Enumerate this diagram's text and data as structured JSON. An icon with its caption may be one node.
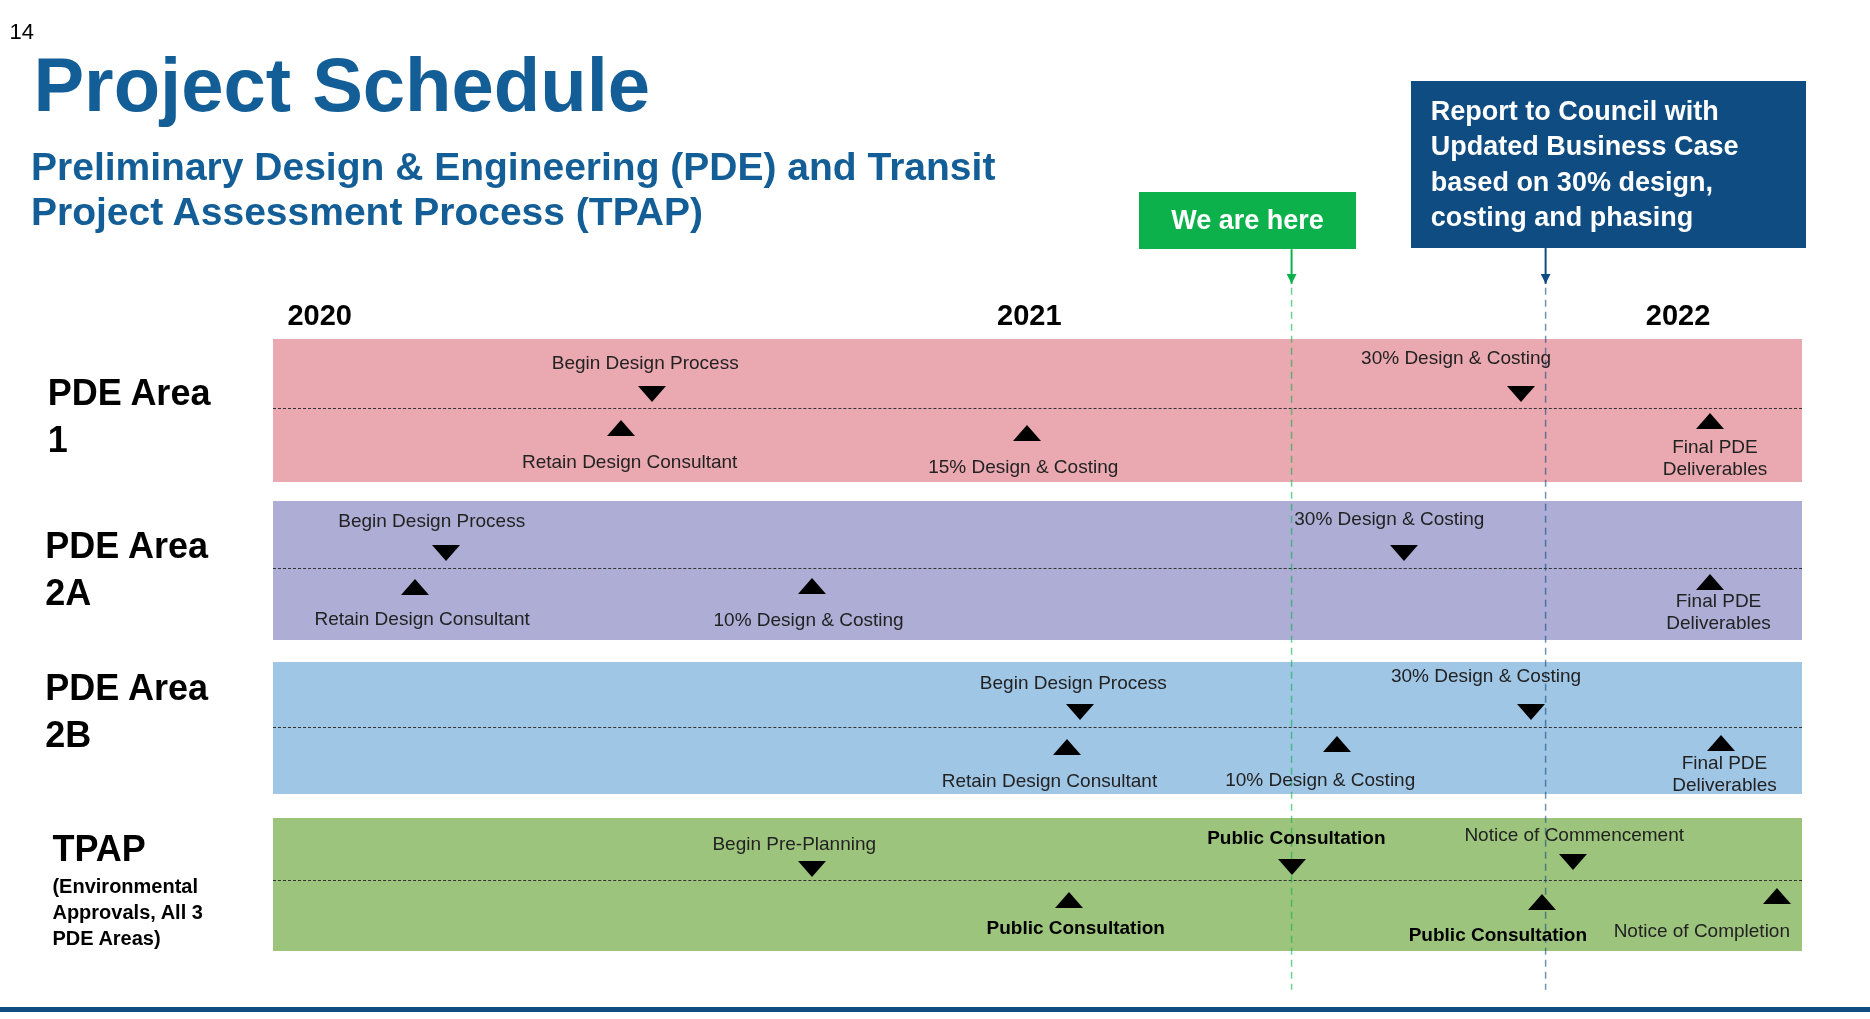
{
  "diagram": {
    "title": "Project Schedule",
    "nodes": [
      {
        "text": [
          "We are here"
        ]
      },
      {
        "text": [
          "Report to Council with Updated Business Case based on 30% design, costing and phasing"
        ]
      },
      {
        "text": [
          "PDE Area 1"
        ]
      },
      {
        "text": [
          "Begin Design Process"
        ],
        "in": 2
      },
      {
        "text": [
          "30% Design & Costing"
        ],
        "in": 2
      },
      {
        "text": [
          "Retain Design Consultant"
        ],
        "in": 2
      },
      {
        "text": [
          "15% Design & Costing"
        ],
        "in": 2
      },
      {
        "text": [
          "Final PDE Deliverables"
        ],
        "in": 2
      },
      {
        "text": [
          "PDE Area 2A"
        ]
      },
      {
        "text": [
          "Begin Design Process"
        ],
        "in": 8
      },
      {
        "text": [
          "30% Design & Costing"
        ],
        "in": 8
      },
      {
        "text": [
          "Retain Design Consultant"
        ],
        "in": 8
      },
      {
        "text": [
          "10% Design & Costing"
        ],
        "in": 8
      },
      {
        "text": [
          "Final PDE Deliverables"
        ],
        "in": 8
      },
      {
        "text": [
          "PDE Area 2B"
        ]
      },
      {
        "text": [
          "Begin Design Process"
        ],
        "in": 14
      },
      {
        "text": [
          "30% Design & Costing"
        ],
        "in": 14
      },
      {
        "text": [
          "Retain Design Consultant"
        ],
        "in": 14
      },
      {
        "text": [
          "10% Design & Costing"
        ],
        "in": 14
      },
      {
        "text": [
          "Final PDE Deliverables"
        ],
        "in": 14
      },
      {
        "text": [
          "TPAP",
          "(Environmental Approvals, All 3 PDE Areas)"
        ]
      },
      {
        "text": [
          "Begin Pre-Planning"
        ],
        "in": 20
      },
      {
        "text": [
          "Public Consultation"
        ],
        "in": 20
      },
      {
        "text": [
          "Notice of Commencement"
        ],
        "in": 20
      },
      {
        "text": [
          "Public Consultation"
        ],
        "in": 20
      },
      {
        "text": [
          "Public Consultation"
        ],
        "in": 20
      },
      {
        "text": [
          "Notice of Completion"
        ],
        "in": 20
      }
    ],
    "edges": [
      {
        "from": 0,
        "to": null,
        "arrow": "to",
        "color": "#0db14b"
      },
      {
        "from": 1,
        "to": null,
        "arrow": "to",
        "color": "#0f4c81"
      }
    ],
    "labels": [
      "14",
      "Preliminary Design & Engineering (PDE) and Transit Project Assessment Process (TPAP)",
      "2020",
      "2021",
      "2022"
    ]
  }
}
